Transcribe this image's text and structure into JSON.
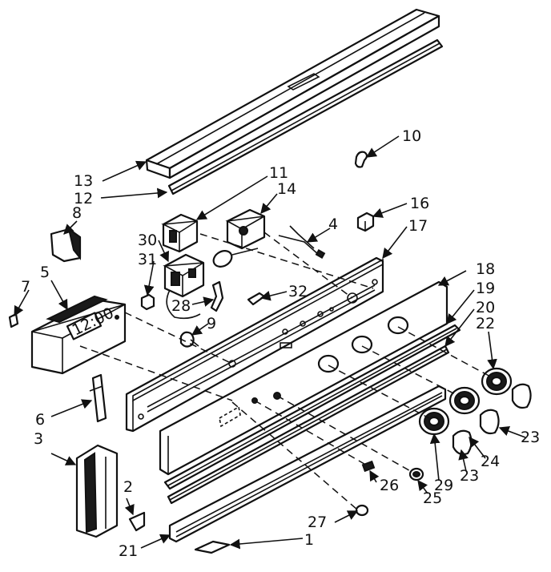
{
  "callouts": [
    {
      "id": "c1",
      "text": "1"
    },
    {
      "id": "c2",
      "text": "2"
    },
    {
      "id": "c3",
      "text": "3"
    },
    {
      "id": "c4",
      "text": "4"
    },
    {
      "id": "c5",
      "text": "5"
    },
    {
      "id": "c6",
      "text": "6"
    },
    {
      "id": "c7",
      "text": "7"
    },
    {
      "id": "c8",
      "text": "8"
    },
    {
      "id": "c9",
      "text": "9"
    },
    {
      "id": "c10",
      "text": "10"
    },
    {
      "id": "c11",
      "text": "11"
    },
    {
      "id": "c12",
      "text": "12"
    },
    {
      "id": "c13",
      "text": "13"
    },
    {
      "id": "c14",
      "text": "14"
    },
    {
      "id": "c16",
      "text": "16"
    },
    {
      "id": "c17",
      "text": "17"
    },
    {
      "id": "c18",
      "text": "18"
    },
    {
      "id": "c19",
      "text": "19"
    },
    {
      "id": "c20",
      "text": "20"
    },
    {
      "id": "c21",
      "text": "21"
    },
    {
      "id": "c22",
      "text": "22"
    },
    {
      "id": "c23a",
      "text": "23"
    },
    {
      "id": "c23b",
      "text": "23"
    },
    {
      "id": "c24",
      "text": "24"
    },
    {
      "id": "c25",
      "text": "25"
    },
    {
      "id": "c26",
      "text": "26"
    },
    {
      "id": "c27",
      "text": "27"
    },
    {
      "id": "c28",
      "text": "28"
    },
    {
      "id": "c29",
      "text": "29"
    },
    {
      "id": "c30",
      "text": "30"
    },
    {
      "id": "c31",
      "text": "31"
    },
    {
      "id": "c32",
      "text": "32"
    }
  ],
  "clock_display": "12:00"
}
